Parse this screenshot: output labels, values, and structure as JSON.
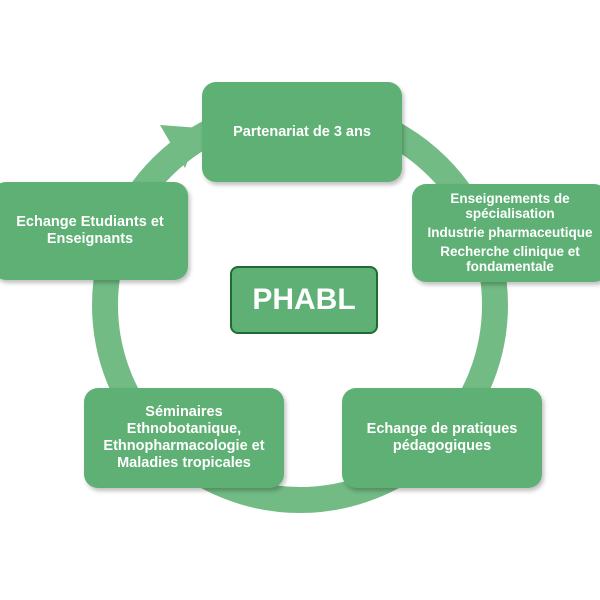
{
  "diagram": {
    "center_label": "PHABL",
    "nodes": {
      "top": "Partenariat de 3 ans",
      "right_lines": [
        "Enseignements de spécialisation",
        "Industrie pharmaceutique",
        "Recherche clinique et fondamentale"
      ],
      "bottom_right": "Echange de pratiques pédagogiques",
      "bottom_left": "Séminaires\nEthnobotanique,\nEthnopharmacologie et\nMaladies tropicales",
      "left": "Echange Etudiants et\nEnseignants"
    },
    "colors": {
      "node_fill": "#5eb074",
      "ring": "#72bb84",
      "center_border": "#1f6b34",
      "text": "#ffffff"
    }
  }
}
